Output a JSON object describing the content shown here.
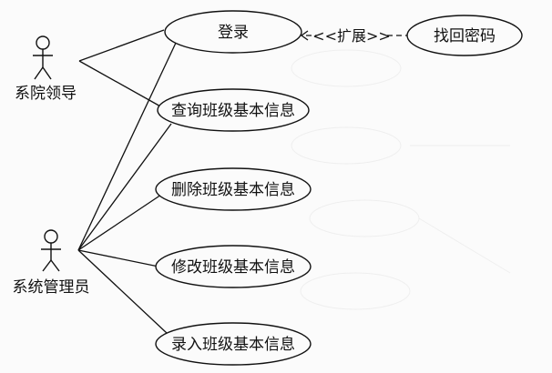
{
  "actors": {
    "leader": {
      "label": "系院领导"
    },
    "admin": {
      "label": "系统管理员"
    }
  },
  "use_cases": {
    "login": "登录",
    "recover_password": "找回密码",
    "query_class_info": "查询班级基本信息",
    "delete_class_info": "删除班级基本信息",
    "modify_class_info": "修改班级基本信息",
    "enter_class_info": "录入班级基本信息"
  },
  "relations": {
    "extend_label": "<<扩展>>"
  },
  "colors": {
    "line": "#111111",
    "background": "#fbfbfb"
  }
}
